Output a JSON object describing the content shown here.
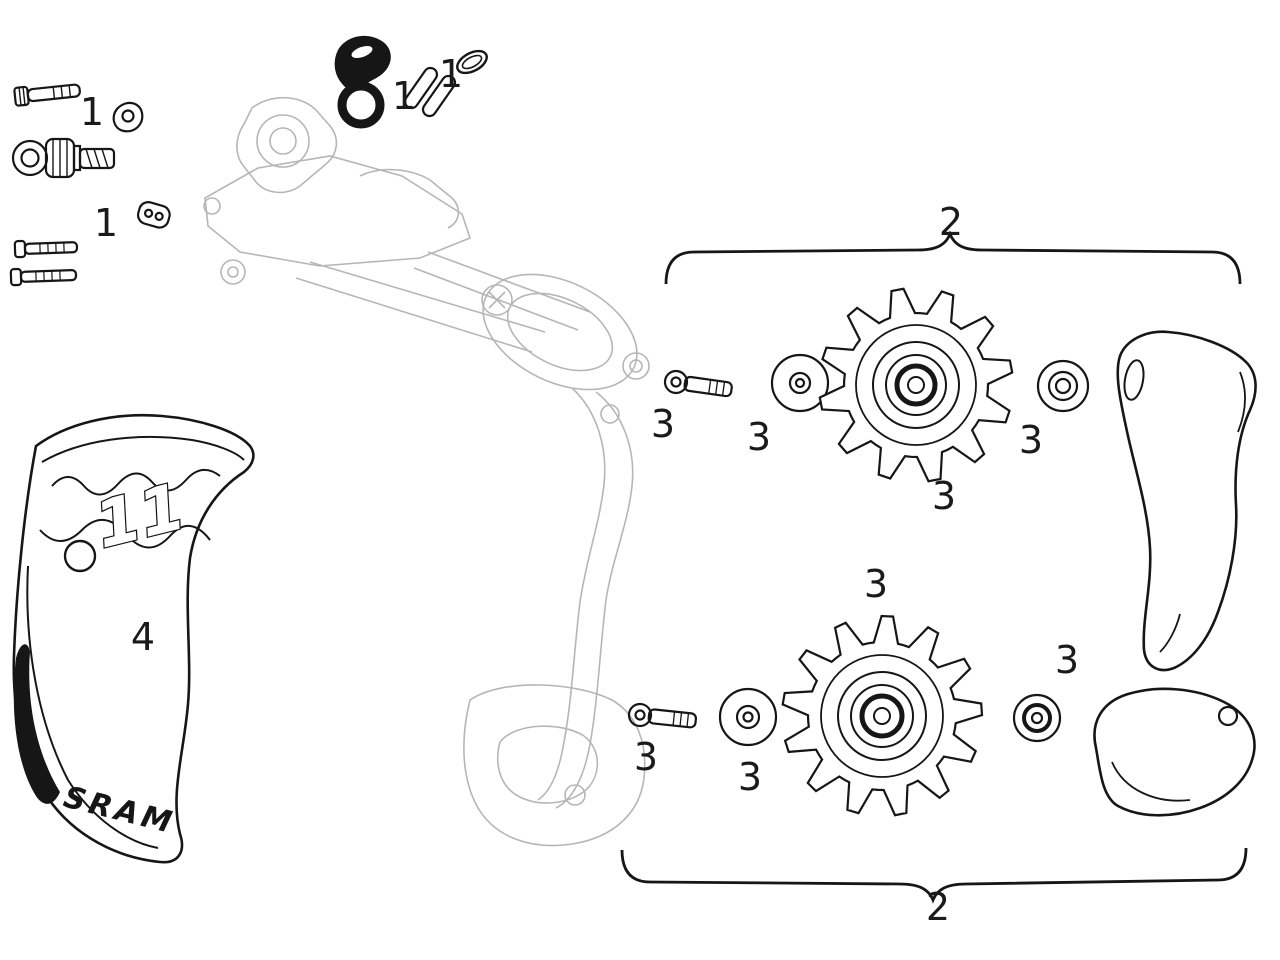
{
  "figure": {
    "brand_text": "SRAM",
    "cage_logo_text": "11"
  },
  "callouts": {
    "one": [
      "1",
      "1",
      "1",
      "1"
    ],
    "two": [
      "2",
      "2"
    ],
    "three": [
      "3",
      "3",
      "3",
      "3",
      "3",
      "3",
      "3",
      "3"
    ],
    "four": "4"
  },
  "colors": {
    "background": "#ffffff",
    "line": "#161616",
    "faint_line": "#b6b6b6",
    "label": "#1a1a1a"
  }
}
